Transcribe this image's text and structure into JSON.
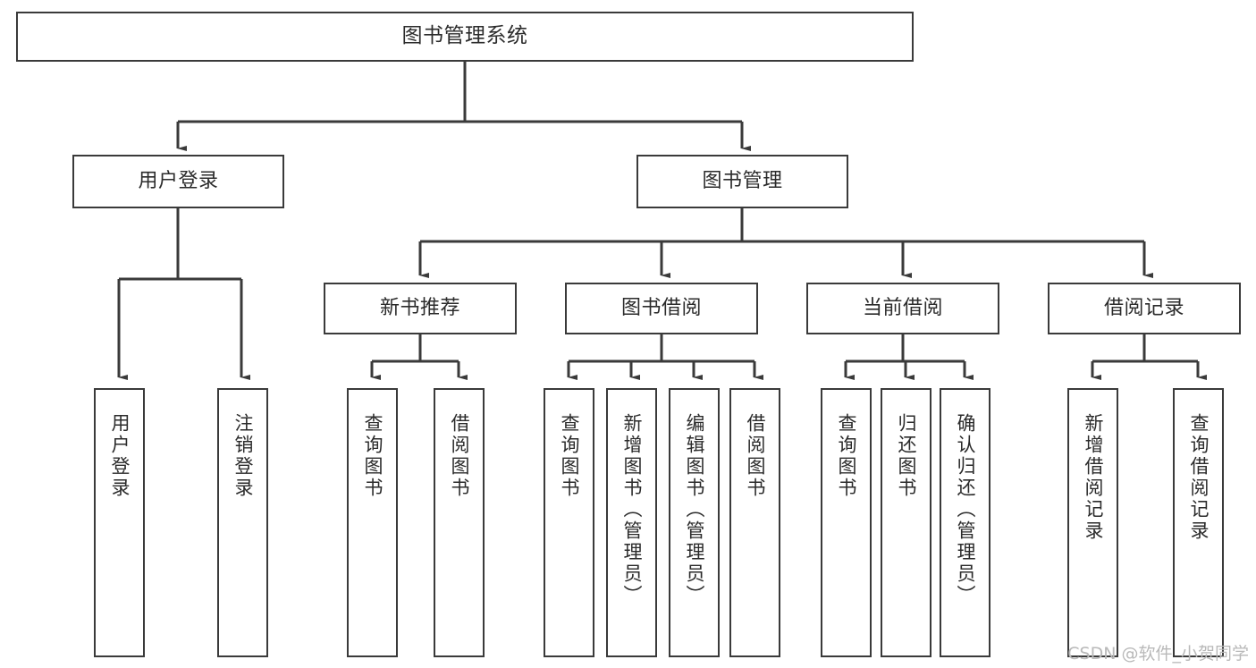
{
  "diagram": {
    "title": "图书管理系统",
    "root": {
      "id": "root",
      "label": "图书管理系统"
    },
    "level2": [
      {
        "id": "user-login",
        "label": "用户登录"
      },
      {
        "id": "book-manage",
        "label": "图书管理"
      }
    ],
    "level3": [
      {
        "id": "new-book-recommend",
        "label": "新书推荐"
      },
      {
        "id": "book-borrow",
        "label": "图书借阅"
      },
      {
        "id": "current-borrow",
        "label": "当前借阅"
      },
      {
        "id": "borrow-record",
        "label": "借阅记录"
      }
    ],
    "leaves": [
      {
        "id": "leaf-user-login",
        "label": "用户登录",
        "parent": "user-login"
      },
      {
        "id": "leaf-logout",
        "label": "注销登录",
        "parent": "user-login"
      },
      {
        "id": "leaf-query-book-1",
        "label": "查询图书",
        "parent": "new-book-recommend"
      },
      {
        "id": "leaf-borrow-book-1",
        "label": "借阅图书",
        "parent": "new-book-recommend"
      },
      {
        "id": "leaf-query-book-2",
        "label": "查询图书",
        "parent": "book-borrow"
      },
      {
        "id": "leaf-add-book",
        "label": "新增图书（管理员）",
        "parent": "book-borrow"
      },
      {
        "id": "leaf-edit-book",
        "label": "编辑图书（管理员）",
        "parent": "book-borrow"
      },
      {
        "id": "leaf-borrow-book-2",
        "label": "借阅图书",
        "parent": "book-borrow"
      },
      {
        "id": "leaf-query-book-3",
        "label": "查询图书",
        "parent": "current-borrow"
      },
      {
        "id": "leaf-return-book",
        "label": "归还图书",
        "parent": "current-borrow"
      },
      {
        "id": "leaf-confirm-return",
        "label": "确认归还（管理员）",
        "parent": "current-borrow"
      },
      {
        "id": "leaf-add-record",
        "label": "新增借阅记录",
        "parent": "borrow-record"
      },
      {
        "id": "leaf-query-record",
        "label": "查询借阅记录",
        "parent": "borrow-record"
      }
    ]
  },
  "watermark": {
    "text": "CSDN @软件_小贺同学"
  },
  "colors": {
    "stroke": "#3a3a3a",
    "text": "#2b2b2b",
    "background": "#ffffff",
    "watermark": "#b9b9b9"
  }
}
